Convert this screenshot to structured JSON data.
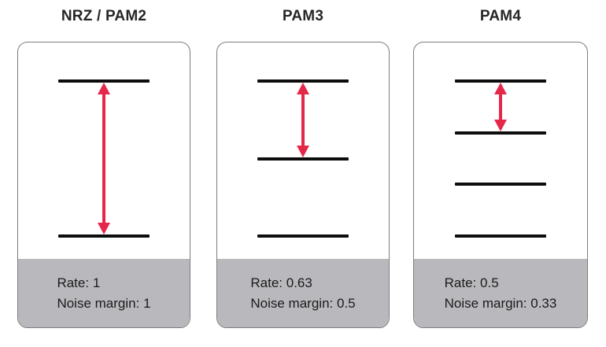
{
  "colors": {
    "background": "#ffffff",
    "arrow": "#e5274a",
    "level_line": "#0d0d0d",
    "footer_bg": "#b9b9bd",
    "card_border": "#7d7d7d",
    "title_text": "#262626",
    "stats_text": "#1b1b1b"
  },
  "icons": {
    "noise_margin_arrow": "double-headed-vertical-arrow"
  },
  "panels": [
    {
      "title": "NRZ / PAM2",
      "levels": 2,
      "arrow_between_levels": [
        0,
        1
      ],
      "rate_label": "Rate:",
      "rate_value": "1",
      "noise_margin_label": "Noise margin:",
      "noise_margin_value": "1",
      "rate": 1,
      "noise_margin": 1
    },
    {
      "title": "PAM3",
      "levels": 3,
      "arrow_between_levels": [
        0,
        1
      ],
      "rate_label": "Rate:",
      "rate_value": "0.63",
      "noise_margin_label": "Noise margin:",
      "noise_margin_value": "0.5",
      "rate": 0.63,
      "noise_margin": 0.5
    },
    {
      "title": "PAM4",
      "levels": 4,
      "arrow_between_levels": [
        0,
        1
      ],
      "rate_label": "Rate:",
      "rate_value": "0.5",
      "noise_margin_label": "Noise margin:",
      "noise_margin_value": "0.33",
      "rate": 0.5,
      "noise_margin": 0.33
    }
  ]
}
